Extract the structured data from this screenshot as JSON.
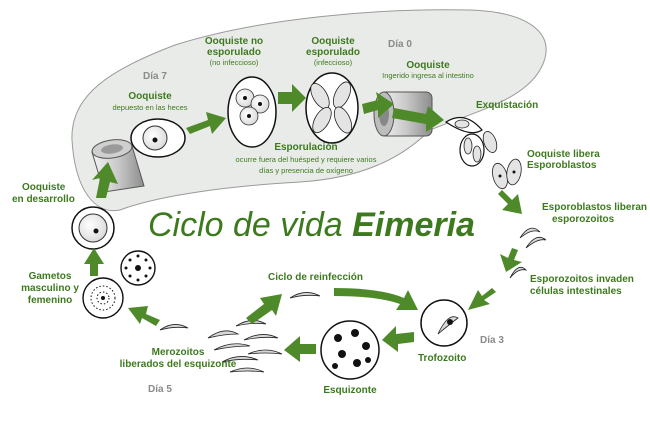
{
  "title": {
    "prefix": "Ciclo de vida ",
    "emphasis": "Eimeria"
  },
  "days": {
    "day7": "Día 7",
    "day0": "Día 0",
    "day3": "Día 3",
    "day5": "Día 5"
  },
  "labels": {
    "oocyst_shed": {
      "title": "Ooquiste",
      "sub": "depuesto en las heces"
    },
    "unsporulated": {
      "l1": "Ooquiste no",
      "l2": "esporulado",
      "sub": "(no infeccioso)"
    },
    "sporulated": {
      "l1": "Ooquiste",
      "l2": "esporulado",
      "sub": "(infeccioso)"
    },
    "ingested": {
      "title": "Ooquiste",
      "sub": "Ingerido ingresa al intestino"
    },
    "sporulation": {
      "l1": "Esporulación",
      "l2": "ocurre fuera del huésped y requiere varios",
      "l3": "días y presencia de oxígeno"
    },
    "excystation": "Exquistación",
    "releases": {
      "l1": "Ooquiste libera",
      "l2": "Esporoblastos"
    },
    "sporoblasts": {
      "l1": "Esporoblastos liberan",
      "l2": "esporozoitos"
    },
    "invade": {
      "l1": "Esporozoitos invaden",
      "l2": "células intestinales"
    },
    "trophozoite": "Trofozoito",
    "schizont": "Esquizonte",
    "merozoites": {
      "l1": "Merozoitos",
      "l2": "liberados del esquizonte"
    },
    "reinfection": "Ciclo de reinfección",
    "gametes": {
      "l1": "Gametos",
      "l2": "masculino y",
      "l3": "femenino"
    },
    "developing": {
      "l1": "Ooquiste",
      "l2": "en desarrollo"
    }
  },
  "colors": {
    "arrow": "#4e8a2a",
    "label": "#3d7a1e",
    "blob": "#e9ebe8",
    "day": "#8a8a8a"
  }
}
